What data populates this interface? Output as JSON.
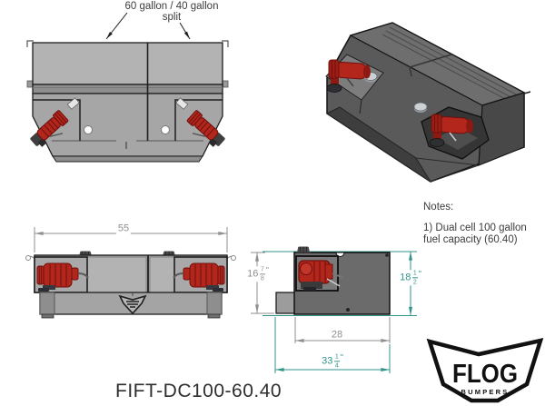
{
  "colors": {
    "line": "#1f1f1f",
    "dim_gray": "#8f8f8f",
    "dim_teal": "#2f958a",
    "pump_red": "#b2261c",
    "pump_red_dark": "#6f100c",
    "tank_light": "#b3b3b3",
    "tank_mid": "#a6a6a6",
    "tank_shadow": "#8e8e8e",
    "iso_top": "#6e6e6e",
    "iso_front": "#5a5a5a",
    "iso_side": "#484848",
    "cap_silver": "#ccd1d6",
    "text_dark": "#3c3c3c"
  },
  "callout": {
    "line1": "60 gallon / 40 gallon",
    "line2": "split"
  },
  "dimensions": {
    "front_width": "55",
    "side_depth_inner": "28",
    "side_height_body": {
      "whole": "16",
      "num": "7",
      "den": "8",
      "unit": "\""
    },
    "side_height_overall": {
      "whole": "18",
      "num": "1",
      "den": "2",
      "unit": "\""
    },
    "side_depth_overall": {
      "whole": "33",
      "num": "1",
      "den": "4",
      "unit": "\""
    }
  },
  "notes": {
    "title": "Notes:",
    "item1_lines": [
      "1) Dual cell 100 gallon",
      "fuel capacity (60.40)"
    ]
  },
  "part_number": "FIFT-DC100-60.40",
  "logo": {
    "name": "FLOG",
    "subtitle": "BUMPERS"
  }
}
